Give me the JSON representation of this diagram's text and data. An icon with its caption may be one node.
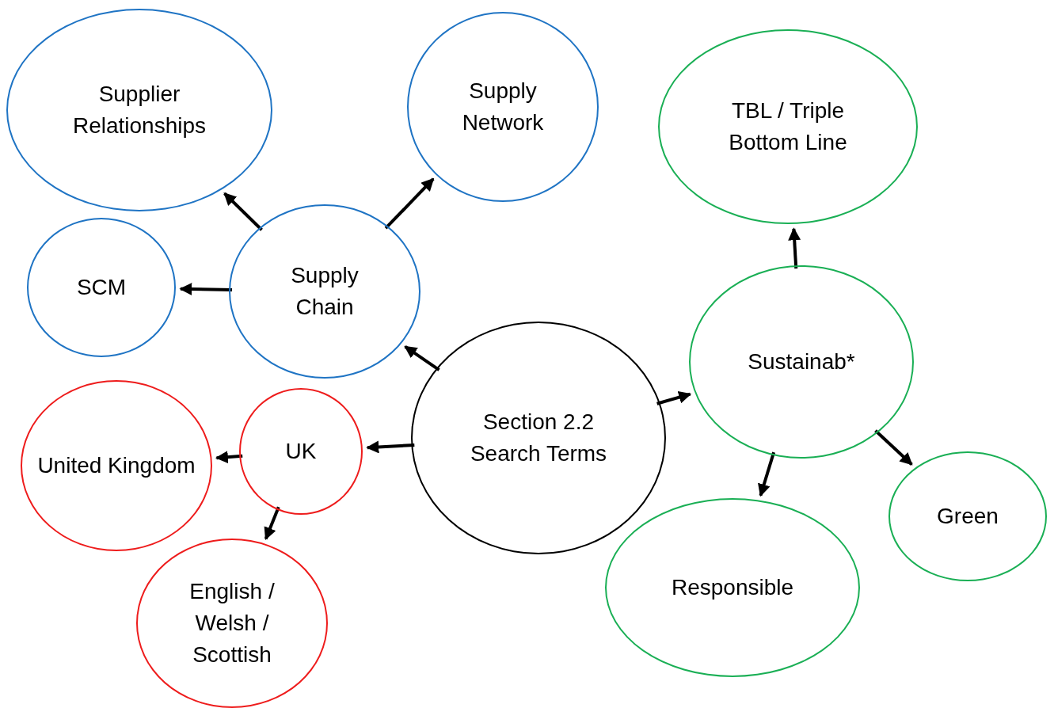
{
  "diagram": {
    "nodes": [
      {
        "text": [
          "Supplier Relationships"
        ]
      },
      {
        "text": [
          "Supply Network"
        ]
      },
      {
        "text": [
          "TBL / Triple Bottom Line"
        ]
      },
      {
        "text": [
          "SCM"
        ]
      },
      {
        "text": [
          "Supply Chain"
        ]
      },
      {
        "text": [
          "Sustainab*"
        ]
      },
      {
        "text": [
          "Section 2.2 Search Terms"
        ]
      },
      {
        "text": [
          "United Kingdom"
        ]
      },
      {
        "text": [
          "UK"
        ]
      },
      {
        "text": [
          "Green"
        ]
      },
      {
        "text": [
          "English / Welsh / Scottish"
        ]
      },
      {
        "text": [
          "Responsible"
        ]
      }
    ],
    "edges": [
      {
        "from": 6,
        "to": 4,
        "arrow": "to"
      },
      {
        "from": 6,
        "to": 8,
        "arrow": "to"
      },
      {
        "from": 6,
        "to": 5,
        "arrow": "to"
      },
      {
        "from": 4,
        "to": 0,
        "arrow": "to"
      },
      {
        "from": 4,
        "to": 1,
        "arrow": "to"
      },
      {
        "from": 4,
        "to": 3,
        "arrow": "to"
      },
      {
        "from": 8,
        "to": 7,
        "arrow": "to"
      },
      {
        "from": 8,
        "to": 10,
        "arrow": "to"
      },
      {
        "from": 5,
        "to": 2,
        "arrow": "to"
      },
      {
        "from": 5,
        "to": 9,
        "arrow": "to"
      },
      {
        "from": 5,
        "to": 11,
        "arrow": "to"
      }
    ]
  }
}
